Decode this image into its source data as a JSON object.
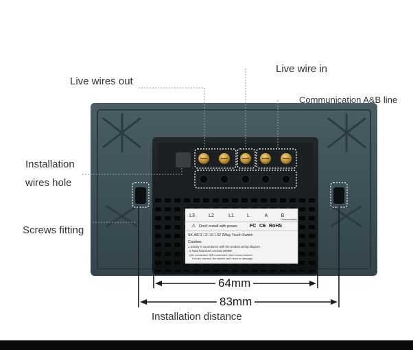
{
  "callouts": {
    "live_wires_out": "Live wires out",
    "live_wire_in": "Live wire in",
    "communication_line": "Communication A&B line",
    "installation_wires_hole_line1": "Installation",
    "installation_wires_hole_line2": "wires hole",
    "screws_fitting": "Screws fitting"
  },
  "terminals": {
    "labels": [
      "L3",
      "L2",
      "L1",
      "L",
      "A",
      "B"
    ],
    "sub_label": "Communication"
  },
  "product_label": {
    "warning": "Don't install with power",
    "certifications": [
      "FC",
      "CE",
      "RoHS"
    ],
    "model_row": "SK-A8□1 □2 □3 □-02  2Way Touch Switch",
    "caution_title": "Caution:",
    "caution_lines": [
      "1.Strictly in accordance with the product wiring diagram",
      "2.Total load don't exceed 2000W",
      "(A/L connected, B/B connected, don't cross connect,",
      "if cross connect, the switch can't work or damage)"
    ]
  },
  "dimensions": {
    "inner": "64mm",
    "outer": "83mm",
    "caption": "Installation distance"
  },
  "colors": {
    "plate": "#3d4f56",
    "plate_dark": "#2c3b41",
    "module": "#161a1c",
    "brass": "#c9a24a",
    "dotted": "#ffffff"
  }
}
